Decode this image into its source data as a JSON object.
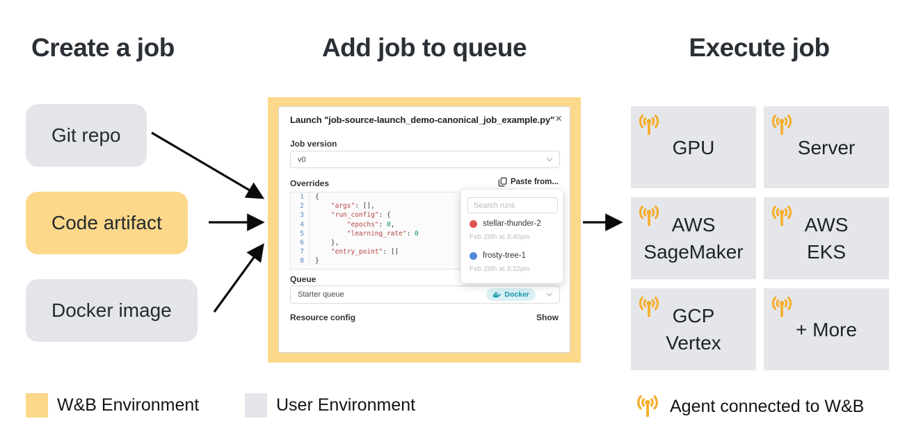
{
  "headings": {
    "create": "Create a job",
    "queue": "Add job to queue",
    "execute": "Execute job"
  },
  "sources": [
    {
      "label": "Git repo",
      "env": "user"
    },
    {
      "label": "Code artifact",
      "env": "wb"
    },
    {
      "label": "Docker image",
      "env": "user"
    }
  ],
  "modal": {
    "title": "Launch \"job-source-launch_demo-canonical_job_example.py\"",
    "close_icon": "×",
    "job_version": {
      "label": "Job version",
      "value": "v0"
    },
    "overrides": {
      "label": "Overrides",
      "paste_button": "Paste from..."
    },
    "editor": {
      "lines": [
        {
          "n": "1",
          "indent": 0,
          "tokens": [
            {
              "t": "p",
              "v": "{"
            }
          ]
        },
        {
          "n": "2",
          "indent": 1,
          "tokens": [
            {
              "t": "k",
              "v": "\"args\""
            },
            {
              "t": "p",
              "v": ": [],"
            }
          ]
        },
        {
          "n": "3",
          "indent": 1,
          "tokens": [
            {
              "t": "k",
              "v": "\"run_config\""
            },
            {
              "t": "p",
              "v": ": {"
            }
          ]
        },
        {
          "n": "4",
          "indent": 2,
          "tokens": [
            {
              "t": "k",
              "v": "\"epochs\""
            },
            {
              "t": "p",
              "v": ": "
            },
            {
              "t": "num",
              "v": "0"
            },
            {
              "t": "p",
              "v": ","
            }
          ]
        },
        {
          "n": "5",
          "indent": 2,
          "tokens": [
            {
              "t": "k",
              "v": "\"learning_rate\""
            },
            {
              "t": "p",
              "v": ": "
            },
            {
              "t": "num",
              "v": "0"
            }
          ]
        },
        {
          "n": "6",
          "indent": 1,
          "tokens": [
            {
              "t": "p",
              "v": "},"
            }
          ]
        },
        {
          "n": "7",
          "indent": 1,
          "tokens": [
            {
              "t": "k",
              "v": "\"entry_point\""
            },
            {
              "t": "p",
              "v": ": []"
            }
          ]
        },
        {
          "n": "8",
          "indent": 0,
          "tokens": [
            {
              "t": "p",
              "v": "}"
            }
          ]
        }
      ]
    },
    "queue": {
      "label": "Queue",
      "value": "Starter queue",
      "badge": "Docker"
    },
    "resource": {
      "label": "Resource config",
      "action": "Show"
    }
  },
  "runs_popup": {
    "search_placeholder": "Search runs",
    "runs": [
      {
        "name": "stellar-thunder-2",
        "dot": "#e05252",
        "time": "Feb 28th at 3:40pm"
      },
      {
        "name": "frosty-tree-1",
        "dot": "#5387dd",
        "time": "Feb 28th at 3:32pm"
      }
    ]
  },
  "targets": [
    {
      "lines": [
        "GPU"
      ]
    },
    {
      "lines": [
        "Server"
      ]
    },
    {
      "lines": [
        "AWS",
        "SageMaker"
      ]
    },
    {
      "lines": [
        "AWS",
        "EKS"
      ]
    },
    {
      "lines": [
        "GCP",
        "Vertex"
      ]
    },
    {
      "lines": [
        "+ More"
      ]
    }
  ],
  "legend": [
    {
      "type": "wb",
      "label": "W&B Environment"
    },
    {
      "type": "user",
      "label": "User Environment"
    },
    {
      "type": "agent",
      "label": "Agent connected to W&B"
    }
  ],
  "colors": {
    "wb_yellow": "#fbd88a",
    "user_gray": "#e4e5ea",
    "agent_amber": "#f5ae2d",
    "docker_teal": "#1697aa",
    "run_red": "#e05252",
    "run_blue": "#5387dd"
  }
}
